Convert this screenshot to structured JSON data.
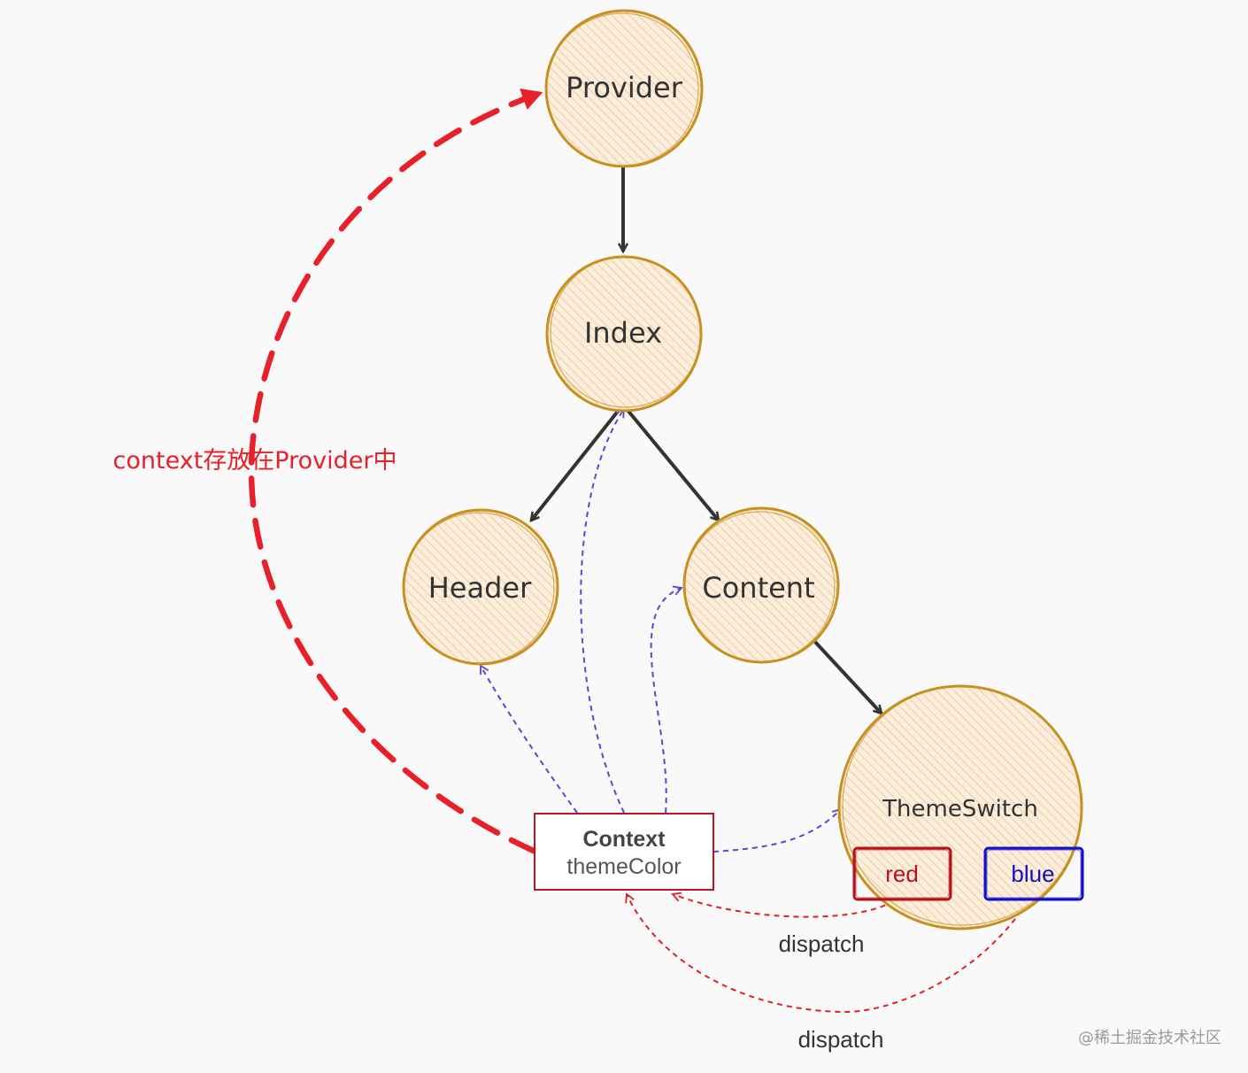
{
  "nodes": {
    "provider": "Provider",
    "index": "Index",
    "header": "Header",
    "content": "Content",
    "theme_switch": "ThemeSwitch"
  },
  "context_box": {
    "title": "Context",
    "subtitle": "themeColor"
  },
  "buttons": {
    "red": "red",
    "blue": "blue"
  },
  "edge_labels": {
    "dispatch_1": "dispatch",
    "dispatch_2": "dispatch"
  },
  "annotation": "context存放在Provider中",
  "watermark": "@稀土掘金技术社区",
  "colors": {
    "node_fill": "#f8e6cf",
    "node_stroke": "#c8901e",
    "tree_edge": "#333333",
    "context_edge": "#5548d6",
    "dispatch_edge": "#e0202a",
    "annotation": "#e8202a",
    "red_button": "#b5121b",
    "blue_button": "#1010c8"
  }
}
